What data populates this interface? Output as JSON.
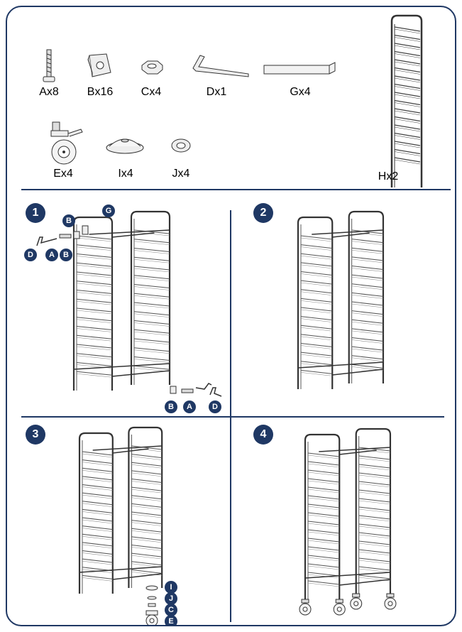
{
  "parts": [
    {
      "label": "Ax8",
      "icon": "screw-icon"
    },
    {
      "label": "Bx16",
      "icon": "clamp-plate-icon"
    },
    {
      "label": "Cx4",
      "icon": "hex-nut-icon"
    },
    {
      "label": "Dx1",
      "icon": "allen-key-icon"
    },
    {
      "label": "Gx4",
      "icon": "crossbar-icon"
    },
    {
      "label": "Ex4",
      "icon": "caster-wheel-icon"
    },
    {
      "label": "Ix4",
      "icon": "dome-cap-icon"
    },
    {
      "label": "Jx4",
      "icon": "washer-icon"
    },
    {
      "label": "Hx2",
      "icon": "rack-side-frame-icon"
    }
  ],
  "steps": [
    {
      "number": "1"
    },
    {
      "number": "2"
    },
    {
      "number": "3"
    },
    {
      "number": "4"
    }
  ],
  "step1_callouts": [
    "B",
    "G",
    "D",
    "A",
    "B",
    "B",
    "A",
    "D"
  ],
  "step3_callouts": [
    "I",
    "J",
    "C",
    "E"
  ],
  "colors": {
    "accent": "#1f3864",
    "line": "#333333",
    "background": "#ffffff"
  }
}
